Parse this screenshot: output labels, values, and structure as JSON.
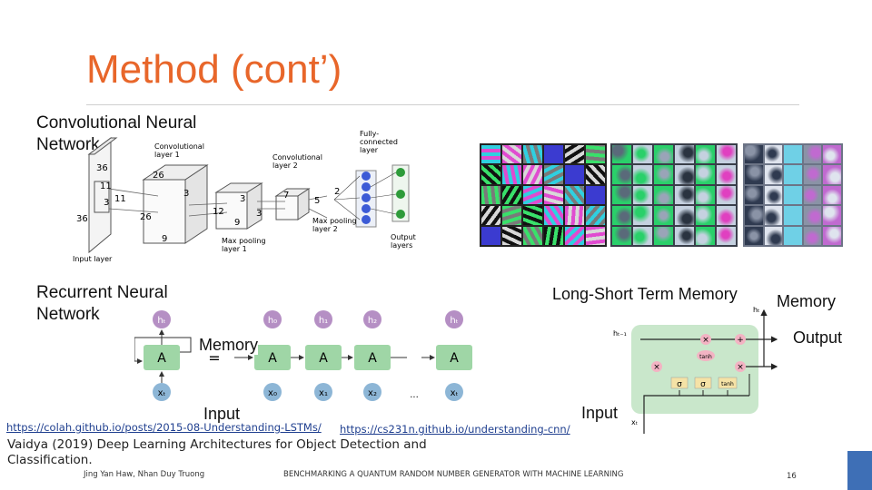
{
  "slide": {
    "title": "Method (cont’)",
    "cnn_label": "Convolutional Neural\nNetwork",
    "rnn_label": "Recurrent Neural\nNetwork",
    "lstm_label": "Long-Short Term Memory",
    "memory_label_rnn": "Memory",
    "input_label_rnn": "Input",
    "memory_label_lstm": "Memory",
    "output_label_lstm": "Output",
    "input_label_lstm": "Input"
  },
  "cnn_diagram": {
    "conv1": "Convolutional\nlayer 1",
    "conv2": "Convolutional\nlayer 2",
    "fc": "Fully-\nconnected\nlayer",
    "pool1": "Max pooling\nlayer 1",
    "pool2": "Max pooling\nlayer 2",
    "output": "Output\nlayers",
    "input": "Input layer",
    "dims": [
      "36",
      "11",
      "36",
      "26",
      "3",
      "12",
      "9",
      "26",
      "9",
      "3",
      "11",
      "7",
      "3",
      "5",
      "2",
      "3"
    ]
  },
  "rnn_diagram": {
    "cell": "A",
    "h_labels": [
      "hₜ",
      "h₀",
      "h₁",
      "h₂",
      "hₜ"
    ],
    "x_labels": [
      "xₜ",
      "x₀",
      "x₁",
      "x₂",
      "xₜ"
    ],
    "equals": "=",
    "ellipsis": "..."
  },
  "lstm_diagram": {
    "h_prev": "hₜ₋₁",
    "h_out": "hₜ",
    "x_in": "xₜ",
    "ops": [
      "×",
      "+",
      "×",
      "×"
    ],
    "tanh_op": "tanh",
    "sigma": "σ",
    "tanh_box": "tanh"
  },
  "references": {
    "link1": "https://colah.github.io/posts/2015-08-Understanding-LSTMs/",
    "link2": "https://cs231n.github.io/understanding-cnn/",
    "citation": "Vaidya (2019) Deep Learning Architectures for Object Detection and Classification."
  },
  "footer": {
    "authors": "Jing Yan Haw, Nhan Duy Truong",
    "center": "BENCHMARKING A QUANTUM RANDOM NUMBER GENERATOR WITH MACHINE LEARNING",
    "page": "16"
  },
  "colors": {
    "title": "#E8662A",
    "accent_bar": "#3E6FB6",
    "rnn_cell": "#9FD6A6",
    "rnn_h": "#B58FC4",
    "rnn_x": "#8DB6D6",
    "lstm_bg": "#C9E7CB",
    "lstm_gate": "#F5E2A6",
    "lstm_op": "#F3B3C3"
  }
}
